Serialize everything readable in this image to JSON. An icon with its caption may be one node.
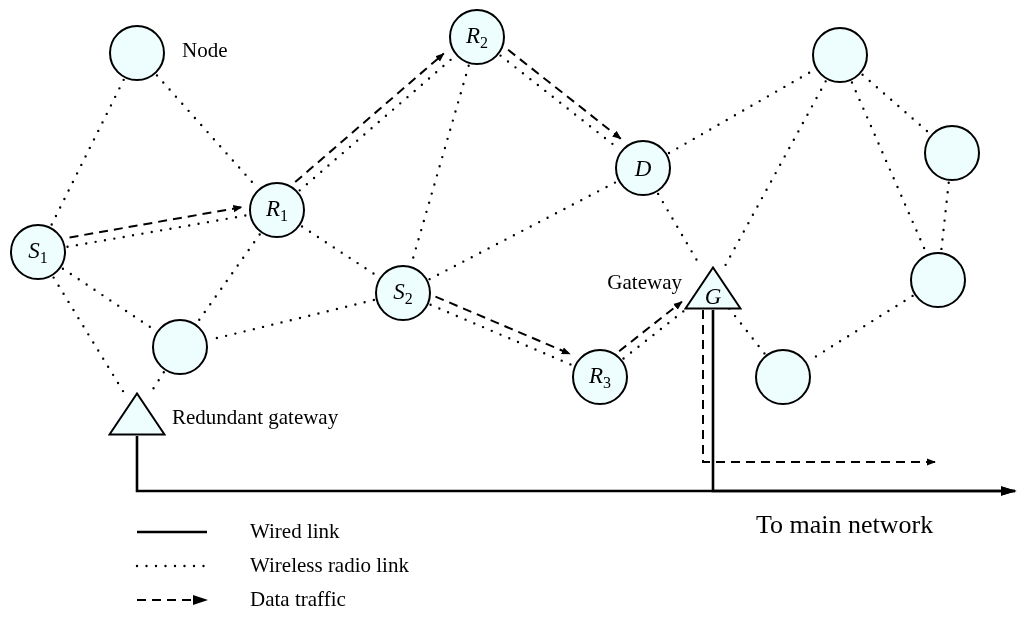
{
  "diagram": {
    "nodes": [
      {
        "text": [],
        "shape": "circle",
        "beside": [
          "Node"
        ]
      },
      {
        "text": [
          "*R*$_{2}$"
        ]
      },
      {
        "text": [],
        "shape": "circle"
      },
      {
        "text": [
          "*S*$_{1}$"
        ]
      },
      {
        "text": [
          "*R*$_{1}$"
        ]
      },
      {
        "text": [
          "*D*"
        ]
      },
      {
        "text": [],
        "shape": "circle"
      },
      {
        "text": [
          "*S*$_{2}$"
        ]
      },
      {
        "text": [
          "*G*"
        ],
        "beside": [
          "Gateway"
        ]
      },
      {
        "text": [],
        "shape": "circle"
      },
      {
        "text": [],
        "shape": "circle"
      },
      {
        "text": [
          "*R*$_{3}$"
        ]
      },
      {
        "text": [],
        "shape": "circle"
      },
      {
        "text": [],
        "shape": "triangle",
        "beside": [
          "Redundant gateway"
        ]
      }
    ],
    "edges": [
      {
        "from": 0,
        "to": 3,
        "arrow": "none",
        "style": "dashed"
      },
      {
        "from": 0,
        "to": 4,
        "arrow": "none",
        "style": "dashed"
      },
      {
        "from": 3,
        "to": 4,
        "arrow": "none",
        "style": "dashed"
      },
      {
        "from": 3,
        "to": 10,
        "arrow": "none",
        "style": "dashed"
      },
      {
        "from": 3,
        "to": 13,
        "arrow": "none",
        "style": "dashed"
      },
      {
        "from": 10,
        "to": 13,
        "arrow": "none",
        "style": "dashed"
      },
      {
        "from": 4,
        "to": 10,
        "arrow": "none",
        "style": "dashed"
      },
      {
        "from": 4,
        "to": 1,
        "arrow": "none",
        "style": "dashed"
      },
      {
        "from": 4,
        "to": 7,
        "arrow": "none",
        "style": "dashed"
      },
      {
        "from": 1,
        "to": 7,
        "arrow": "none",
        "style": "dashed"
      },
      {
        "from": 1,
        "to": 5,
        "arrow": "none",
        "style": "dashed"
      },
      {
        "from": 7,
        "to": 10,
        "arrow": "none",
        "style": "dashed"
      },
      {
        "from": 7,
        "to": 5,
        "arrow": "none",
        "style": "dashed"
      },
      {
        "from": 7,
        "to": 11,
        "arrow": "none",
        "style": "dashed"
      },
      {
        "from": 11,
        "to": 8,
        "arrow": "none",
        "style": "dashed"
      },
      {
        "from": 5,
        "to": 8,
        "arrow": "none",
        "style": "dashed"
      },
      {
        "from": 5,
        "to": 2,
        "arrow": "none",
        "style": "dashed"
      },
      {
        "from": 2,
        "to": 8,
        "arrow": "none",
        "style": "dashed"
      },
      {
        "from": 2,
        "to": 9,
        "arrow": "none",
        "style": "dashed"
      },
      {
        "from": 2,
        "to": 6,
        "arrow": "none",
        "style": "dashed"
      },
      {
        "from": 6,
        "to": 9,
        "arrow": "none",
        "style": "dashed"
      },
      {
        "from": 9,
        "to": 12,
        "arrow": "none",
        "style": "dashed"
      },
      {
        "from": 12,
        "to": 8,
        "arrow": "none",
        "style": "dashed"
      },
      {
        "from": 3,
        "to": 4,
        "arrow": "to",
        "style": "dashed"
      },
      {
        "from": 4,
        "to": 1,
        "arrow": "to",
        "style": "dashed"
      },
      {
        "from": 1,
        "to": 5,
        "arrow": "to",
        "style": "dashed"
      },
      {
        "from": 7,
        "to": 11,
        "arrow": "to",
        "style": "dashed"
      },
      {
        "from": 11,
        "to": 8,
        "arrow": "to",
        "style": "dashed"
      },
      {
        "from": 8,
        "to": null,
        "arrow": "to",
        "style": "dashed"
      },
      {
        "from": 13,
        "to": null,
        "arrow": "to"
      },
      {
        "from": 8,
        "to": null,
        "arrow": "to"
      }
    ],
    "labels": [
      "To main network"
    ],
    "legend": [
      {
        "text": "Wired link"
      },
      {
        "text": "Wireless radio link"
      },
      {
        "text": "Data traffic"
      }
    ]
  }
}
